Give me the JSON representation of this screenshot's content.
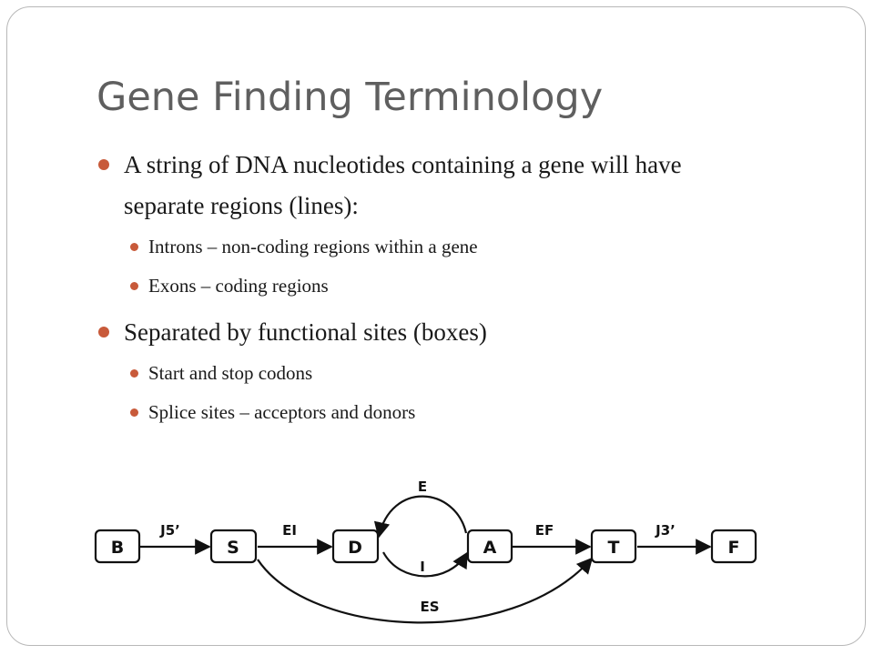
{
  "slide": {
    "title": "Gene Finding Terminology",
    "bullets": [
      {
        "text_line1": "A string of DNA nucleotides containing a gene will have",
        "text_line2": "separate regions (lines):",
        "sub": [
          "Introns – non-coding regions within a gene",
          "Exons – coding regions"
        ]
      },
      {
        "text": "Separated by functional sites (boxes)",
        "sub": [
          "Start and stop codons",
          "Splice sites – acceptors and donors"
        ]
      }
    ],
    "bullet_color": "#c85a3a",
    "title_color": "#5f5f5f"
  },
  "diagram": {
    "nodes": [
      "B",
      "S",
      "D",
      "A",
      "T",
      "F"
    ],
    "edges": {
      "j5": "J5’",
      "ei": "EI",
      "e": "E",
      "i": "I",
      "ef": "EF",
      "j3": "J3’",
      "es": "ES"
    }
  }
}
